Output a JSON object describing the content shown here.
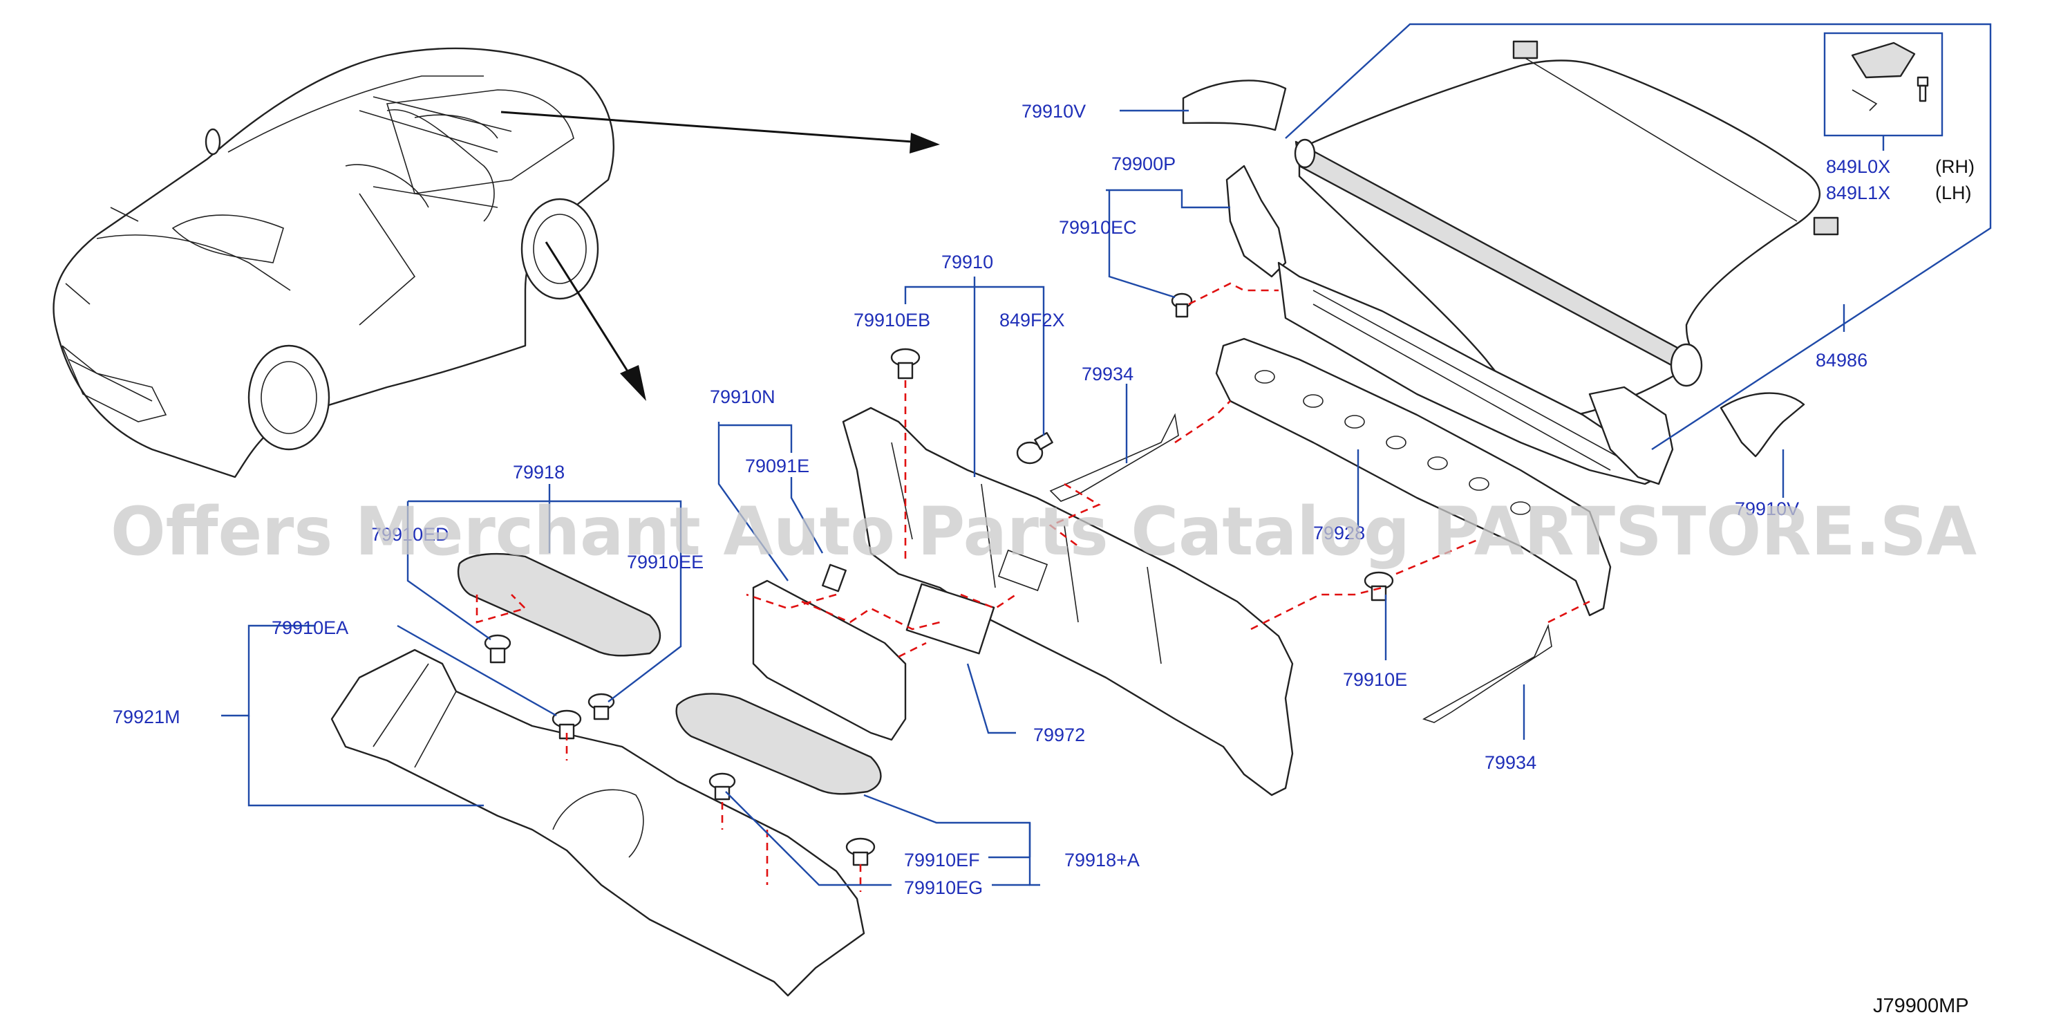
{
  "diagram_code": "J79900MP",
  "watermark": "Offers Merchant Auto Parts Catalog PARTSTORE.SA",
  "labels": {
    "l79910V_top": "79910V",
    "l79900P": "79900P",
    "l79910EC": "79910EC",
    "l849L0X": "849L0X",
    "l849L0X_side": "(RH)",
    "l849L1X": "849L1X",
    "l849L1X_side": "(LH)",
    "l84986": "84986",
    "l79910": "79910",
    "l79910EB": "79910EB",
    "l849F2X": "849F2X",
    "l79934_top": "79934",
    "l79910N": "79910N",
    "l79091E": "79091E",
    "l79918": "79918",
    "l799_ED": "79910ED",
    "l79910EE": "79910EE",
    "l79910EA": "79910EA",
    "l79921M": "79921M",
    "l79972": "79972",
    "l79928": "79928",
    "l79910V_right": "79910V",
    "l79910E": "79910E",
    "l79934_bot": "79934",
    "l79910EF": "79910EF",
    "l79910EG": "79910EG",
    "l79918A": "79918+A"
  }
}
